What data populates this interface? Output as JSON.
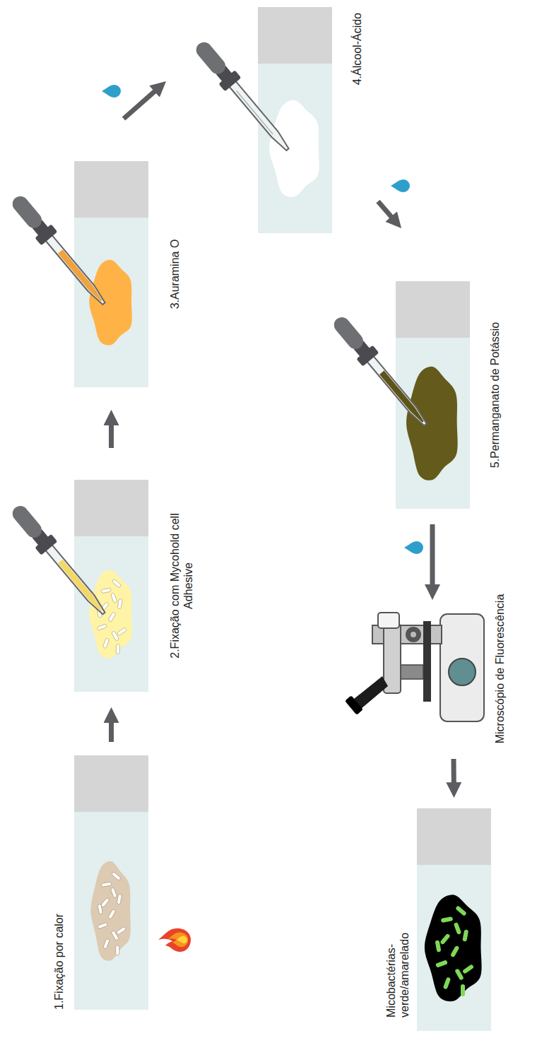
{
  "diagram": {
    "nodes": [
      {
        "text": [
          "1.Fixação por calor"
        ]
      },
      {
        "text": [
          "2.Fixação com Mycohold cell Adhesive"
        ]
      },
      {
        "text": [
          "3.Auramina O"
        ]
      },
      {
        "text": [
          "4.Álcool-Ácido"
        ]
      },
      {
        "text": [
          "5.Permanganato de Potássio"
        ]
      },
      {
        "text": [
          "Microscópio de Fluorescência"
        ]
      },
      {
        "text": [
          "Micobactérias- verde/amarelado"
        ]
      }
    ],
    "edges": [
      {
        "from": 0,
        "to": 1,
        "arrow": "to"
      },
      {
        "from": 1,
        "to": 2,
        "arrow": "to"
      },
      {
        "from": 2,
        "to": 3,
        "arrow": "to"
      },
      {
        "from": 3,
        "to": 4,
        "arrow": "to"
      },
      {
        "from": 4,
        "to": 5,
        "arrow": "to"
      },
      {
        "from": 5,
        "to": 6,
        "arrow": "to"
      }
    ]
  }
}
